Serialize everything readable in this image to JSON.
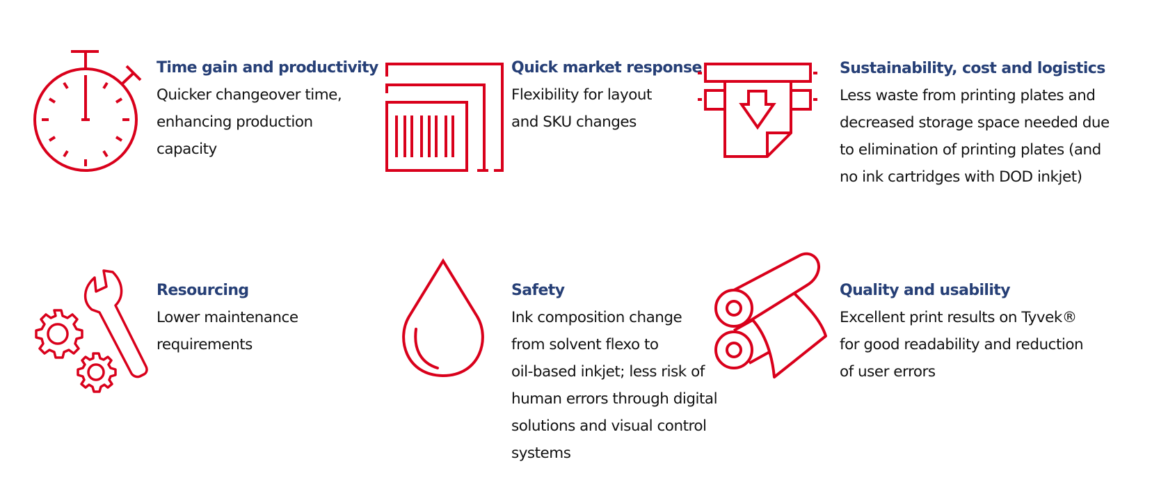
{
  "colors": {
    "icon_red": "#d9001b",
    "title_navy": "#263f76",
    "body_text": "#111111",
    "background": "#ffffff"
  },
  "features": [
    {
      "id": "time-gain",
      "icon": "stopwatch-icon",
      "title": "Time gain and productivity",
      "lines": [
        "Quicker changeover time,",
        "enhancing production",
        "capacity"
      ]
    },
    {
      "id": "quick-market",
      "icon": "barcode-labels-icon",
      "title": "Quick market response",
      "lines": [
        "Flexibility for layout",
        "and SKU changes"
      ]
    },
    {
      "id": "sustainability",
      "icon": "printer-output-icon",
      "title": "Sustainability, cost and logistics",
      "lines": [
        "Less waste from printing plates and",
        "decreased storage space needed due",
        "to elimination of printing plates (and",
        "no ink cartridges with DOD inkjet)"
      ]
    },
    {
      "id": "resourcing",
      "icon": "wrench-gears-icon",
      "title": "Resourcing",
      "lines": [
        "Lower maintenance",
        "requirements"
      ]
    },
    {
      "id": "safety",
      "icon": "ink-drop-icon",
      "title": "Safety",
      "lines": [
        "Ink composition change",
        "from solvent flexo to",
        "oil-based inkjet; less risk of",
        "human errors through digital",
        "solutions and visual control",
        "systems"
      ]
    },
    {
      "id": "quality",
      "icon": "print-rollers-icon",
      "title": "Quality and usability",
      "lines": [
        "Excellent print results on Tyvek®",
        "for good readability and reduction",
        "of user errors"
      ]
    }
  ]
}
